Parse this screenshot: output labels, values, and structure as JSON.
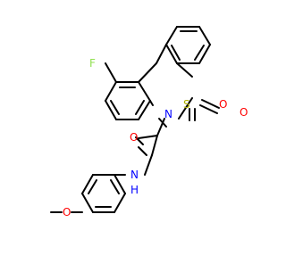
{
  "molecule": {
    "atoms": [
      {
        "id": "f",
        "symbol": "F"
      },
      {
        "id": "s",
        "symbol": "S"
      },
      {
        "id": "o_sulfonyl_top",
        "symbol": "O"
      },
      {
        "id": "o_sulfonyl_right",
        "symbol": "O"
      },
      {
        "id": "n_ring",
        "symbol": "N"
      },
      {
        "id": "o_carbonyl",
        "symbol": "O"
      },
      {
        "id": "n_amide",
        "symbol": "N"
      },
      {
        "id": "h_amide",
        "symbol": "H"
      },
      {
        "id": "o_methoxy",
        "symbol": "O"
      }
    ],
    "colors": {
      "bond": "#000000",
      "f": "#90e050",
      "s": "#b2b200",
      "o": "#ff0000",
      "n": "#0000ff"
    }
  }
}
